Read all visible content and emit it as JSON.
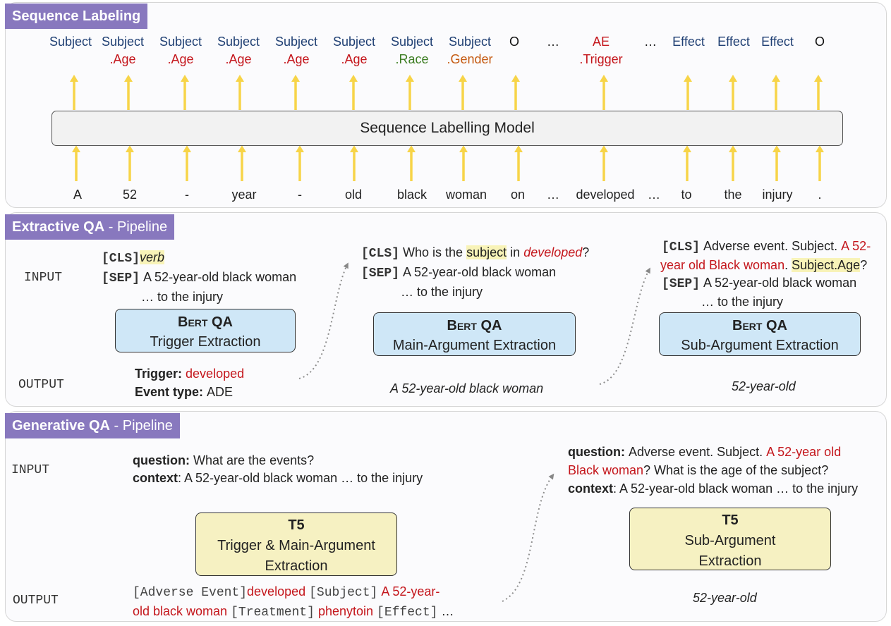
{
  "panels": {
    "sequence": {
      "title": "Sequence Labeling"
    },
    "extractive": {
      "title_bold": "Extractive QA",
      "title_rest": " - Pipeline"
    },
    "generative": {
      "title_bold": "Generative QA",
      "title_rest": " - Pipeline"
    }
  },
  "sequence_labeling": {
    "model_label": "Sequence Labelling Model",
    "output_labels": [
      {
        "line1": "Subject",
        "line2": ""
      },
      {
        "line1": "Subject",
        "line2": ".Age"
      },
      {
        "line1": "Subject",
        "line2": ".Age"
      },
      {
        "line1": "Subject",
        "line2": ".Age"
      },
      {
        "line1": "Subject",
        "line2": ".Age"
      },
      {
        "line1": "Subject",
        "line2": ".Age"
      },
      {
        "line1": "Subject",
        "line2": ".Race"
      },
      {
        "line1": "Subject",
        "line2": ".Gender"
      },
      {
        "line1": "O",
        "line2": ""
      },
      {
        "line1": "…",
        "line2": ""
      },
      {
        "line1": "AE",
        "line2": ".Trigger"
      },
      {
        "line1": "…",
        "line2": ""
      },
      {
        "line1": "Effect",
        "line2": ""
      },
      {
        "line1": "Effect",
        "line2": ""
      },
      {
        "line1": "Effect",
        "line2": ""
      },
      {
        "line1": "O",
        "line2": ""
      }
    ],
    "tokens": [
      "A",
      "52",
      "-",
      "year",
      "-",
      "old",
      "black",
      "woman",
      "on",
      "…",
      "developed",
      "…",
      "to",
      "the",
      "injury",
      "."
    ],
    "colors": {
      "subject": "#1f3f73",
      "age": "#c4161c",
      "race": "#3c7d22",
      "gender": "#c55a11",
      "arrow": "#f7d448"
    }
  },
  "extractive_qa": {
    "input_label": "INPUT",
    "output_label": "OUTPUT",
    "step1": {
      "cls": "[CLS]",
      "cls_text": "verb",
      "sep": "[SEP]",
      "sep_text": "A 52-year-old black woman",
      "cont": "… to the injury",
      "model": "Bert QA",
      "task": "Trigger Extraction",
      "out_trigger_label": "Trigger:",
      "out_trigger": "developed",
      "out_type_label": "Event type:",
      "out_type": "ADE"
    },
    "step2": {
      "cls": "[CLS]",
      "q_pre": "Who is the",
      "q_hl": "subject",
      "q_mid": "in",
      "q_trig": "developed",
      "q_end": "?",
      "sep": "[SEP]",
      "sep_text": "A 52-year-old black woman",
      "cont": "… to the injury",
      "model": "Bert QA",
      "task": "Main-Argument Extraction",
      "output": "A 52-year-old black woman"
    },
    "step3": {
      "cls": "[CLS]",
      "q_pre": "Adverse event. Subject.",
      "q_red1": "A 52-",
      "q_red2": "year old Black woman",
      "q_dot": ".",
      "q_hl": "Subject.Age",
      "q_end": "?",
      "sep": "[SEP]",
      "sep_text": "A 52-year-old black woman",
      "cont": "… to the injury",
      "model": "Bert QA",
      "task": "Sub-Argument Extraction",
      "output": "52-year-old"
    }
  },
  "generative_qa": {
    "input_label": "INPUT",
    "output_label": "OUTPUT",
    "step1": {
      "q_label": "question:",
      "q_text": "What are the events?",
      "c_label": "context",
      "c_text": ": A 52-year-old black woman …  to the injury",
      "model": "T5",
      "task1": "Trigger & Main-Argument",
      "task2": "Extraction",
      "out_tag1": "[Adverse Event]",
      "out_val1": "developed",
      "out_tag2": "[Subject]",
      "out_val2a": "A 52-year-",
      "out_val2b": "old black woman",
      "out_tag3": "[Treatment]",
      "out_val3": "phenytoin",
      "out_tag4": "[Effect]",
      "out_ellipsis": "…"
    },
    "step2": {
      "q_label": "question:",
      "q_text": "Adverse event. Subject.",
      "q_red1": "A 52-year old",
      "q_red2": "Black woman",
      "q_text2": "? What is the age of the subject?",
      "c_label": "context",
      "c_text": ": A 52-year-old black woman …  to the injury",
      "model": "T5",
      "task1": "Sub-Argument",
      "task2": "Extraction",
      "output": "52-year-old"
    }
  }
}
